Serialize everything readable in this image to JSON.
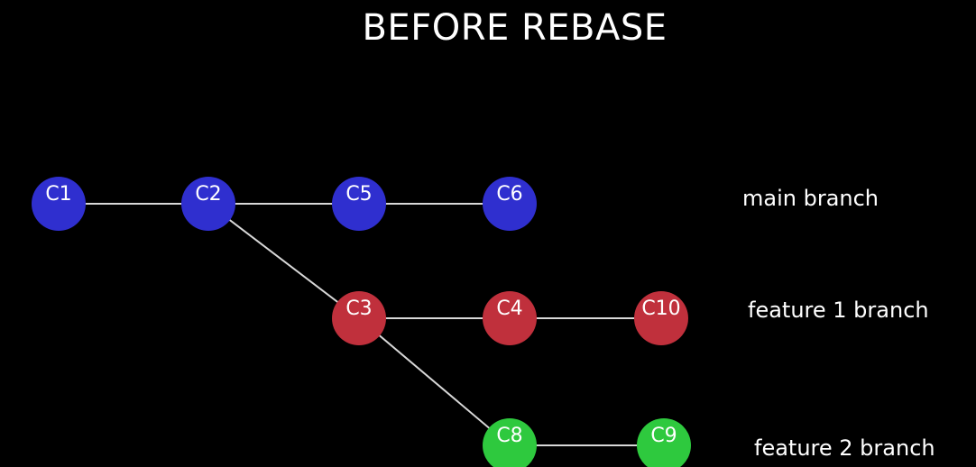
{
  "title": "BEFORE REBASE",
  "colors": {
    "background": "#000000",
    "main": "#2f2fcf",
    "feature1": "#c0303c",
    "feature2": "#2ec93e",
    "edge": "#d8d8d8",
    "text": "#ffffff"
  },
  "branches": [
    {
      "id": "main",
      "label": "main branch",
      "color": "main"
    },
    {
      "id": "f1",
      "label": "feature 1 branch",
      "color": "feature1"
    },
    {
      "id": "f2",
      "label": "feature 2 branch",
      "color": "feature2"
    }
  ],
  "commits": [
    {
      "id": "C1",
      "branch": "main"
    },
    {
      "id": "C2",
      "branch": "main"
    },
    {
      "id": "C5",
      "branch": "main"
    },
    {
      "id": "C6",
      "branch": "main"
    },
    {
      "id": "C3",
      "branch": "f1"
    },
    {
      "id": "C4",
      "branch": "f1"
    },
    {
      "id": "C10",
      "branch": "f1"
    },
    {
      "id": "C8",
      "branch": "f2"
    },
    {
      "id": "C9",
      "branch": "f2"
    }
  ],
  "edges": [
    [
      "C1",
      "C2"
    ],
    [
      "C2",
      "C5"
    ],
    [
      "C5",
      "C6"
    ],
    [
      "C2",
      "C3"
    ],
    [
      "C3",
      "C4"
    ],
    [
      "C4",
      "C10"
    ],
    [
      "C3",
      "C8"
    ],
    [
      "C8",
      "C9"
    ]
  ]
}
